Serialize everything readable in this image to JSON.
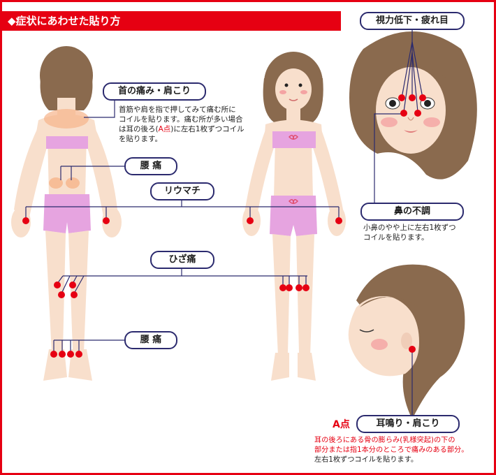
{
  "title": "◆症状にあわせた貼り方",
  "labels": {
    "neck_shoulder": "首の痛み・肩こり",
    "lower_back_1": "腰 痛",
    "rheumatism": "リウマチ",
    "knee_pain": "ひざ痛",
    "lower_back_2": "腰 痛",
    "eye_strain": "視力低下・疲れ目",
    "nose": "鼻の不調",
    "tinnitus": "耳鳴り・肩こり"
  },
  "descriptions": {
    "neck_shoulder": {
      "line1": "首筋や肩を指で押してみて痛む所に",
      "line2": "コイルを貼ります。痛む所が多い場合",
      "line3_pre": "は耳の後ろ(",
      "line3_red": "A点",
      "line3_post": ")に左右1枚ずつコイル",
      "line4": "を貼ります。"
    },
    "nose": {
      "line1": "小鼻のやや上に左右1枚ずつ",
      "line2": "コイルを貼ります。"
    },
    "tinnitus": {
      "line1": "耳の後ろにある骨の膨らみ(乳様突起)の下の",
      "line2": "部分または指1本分のところで痛みのある部分。",
      "line3": "左右1枚ずつコイルを貼ります。"
    }
  },
  "a_point": "A点",
  "colors": {
    "accent_red": "#e60012",
    "border_navy": "#2b2a6e",
    "skin": "#f8dfcc",
    "hair": "#8a6a4e",
    "clothes": "#e6a4e0"
  }
}
